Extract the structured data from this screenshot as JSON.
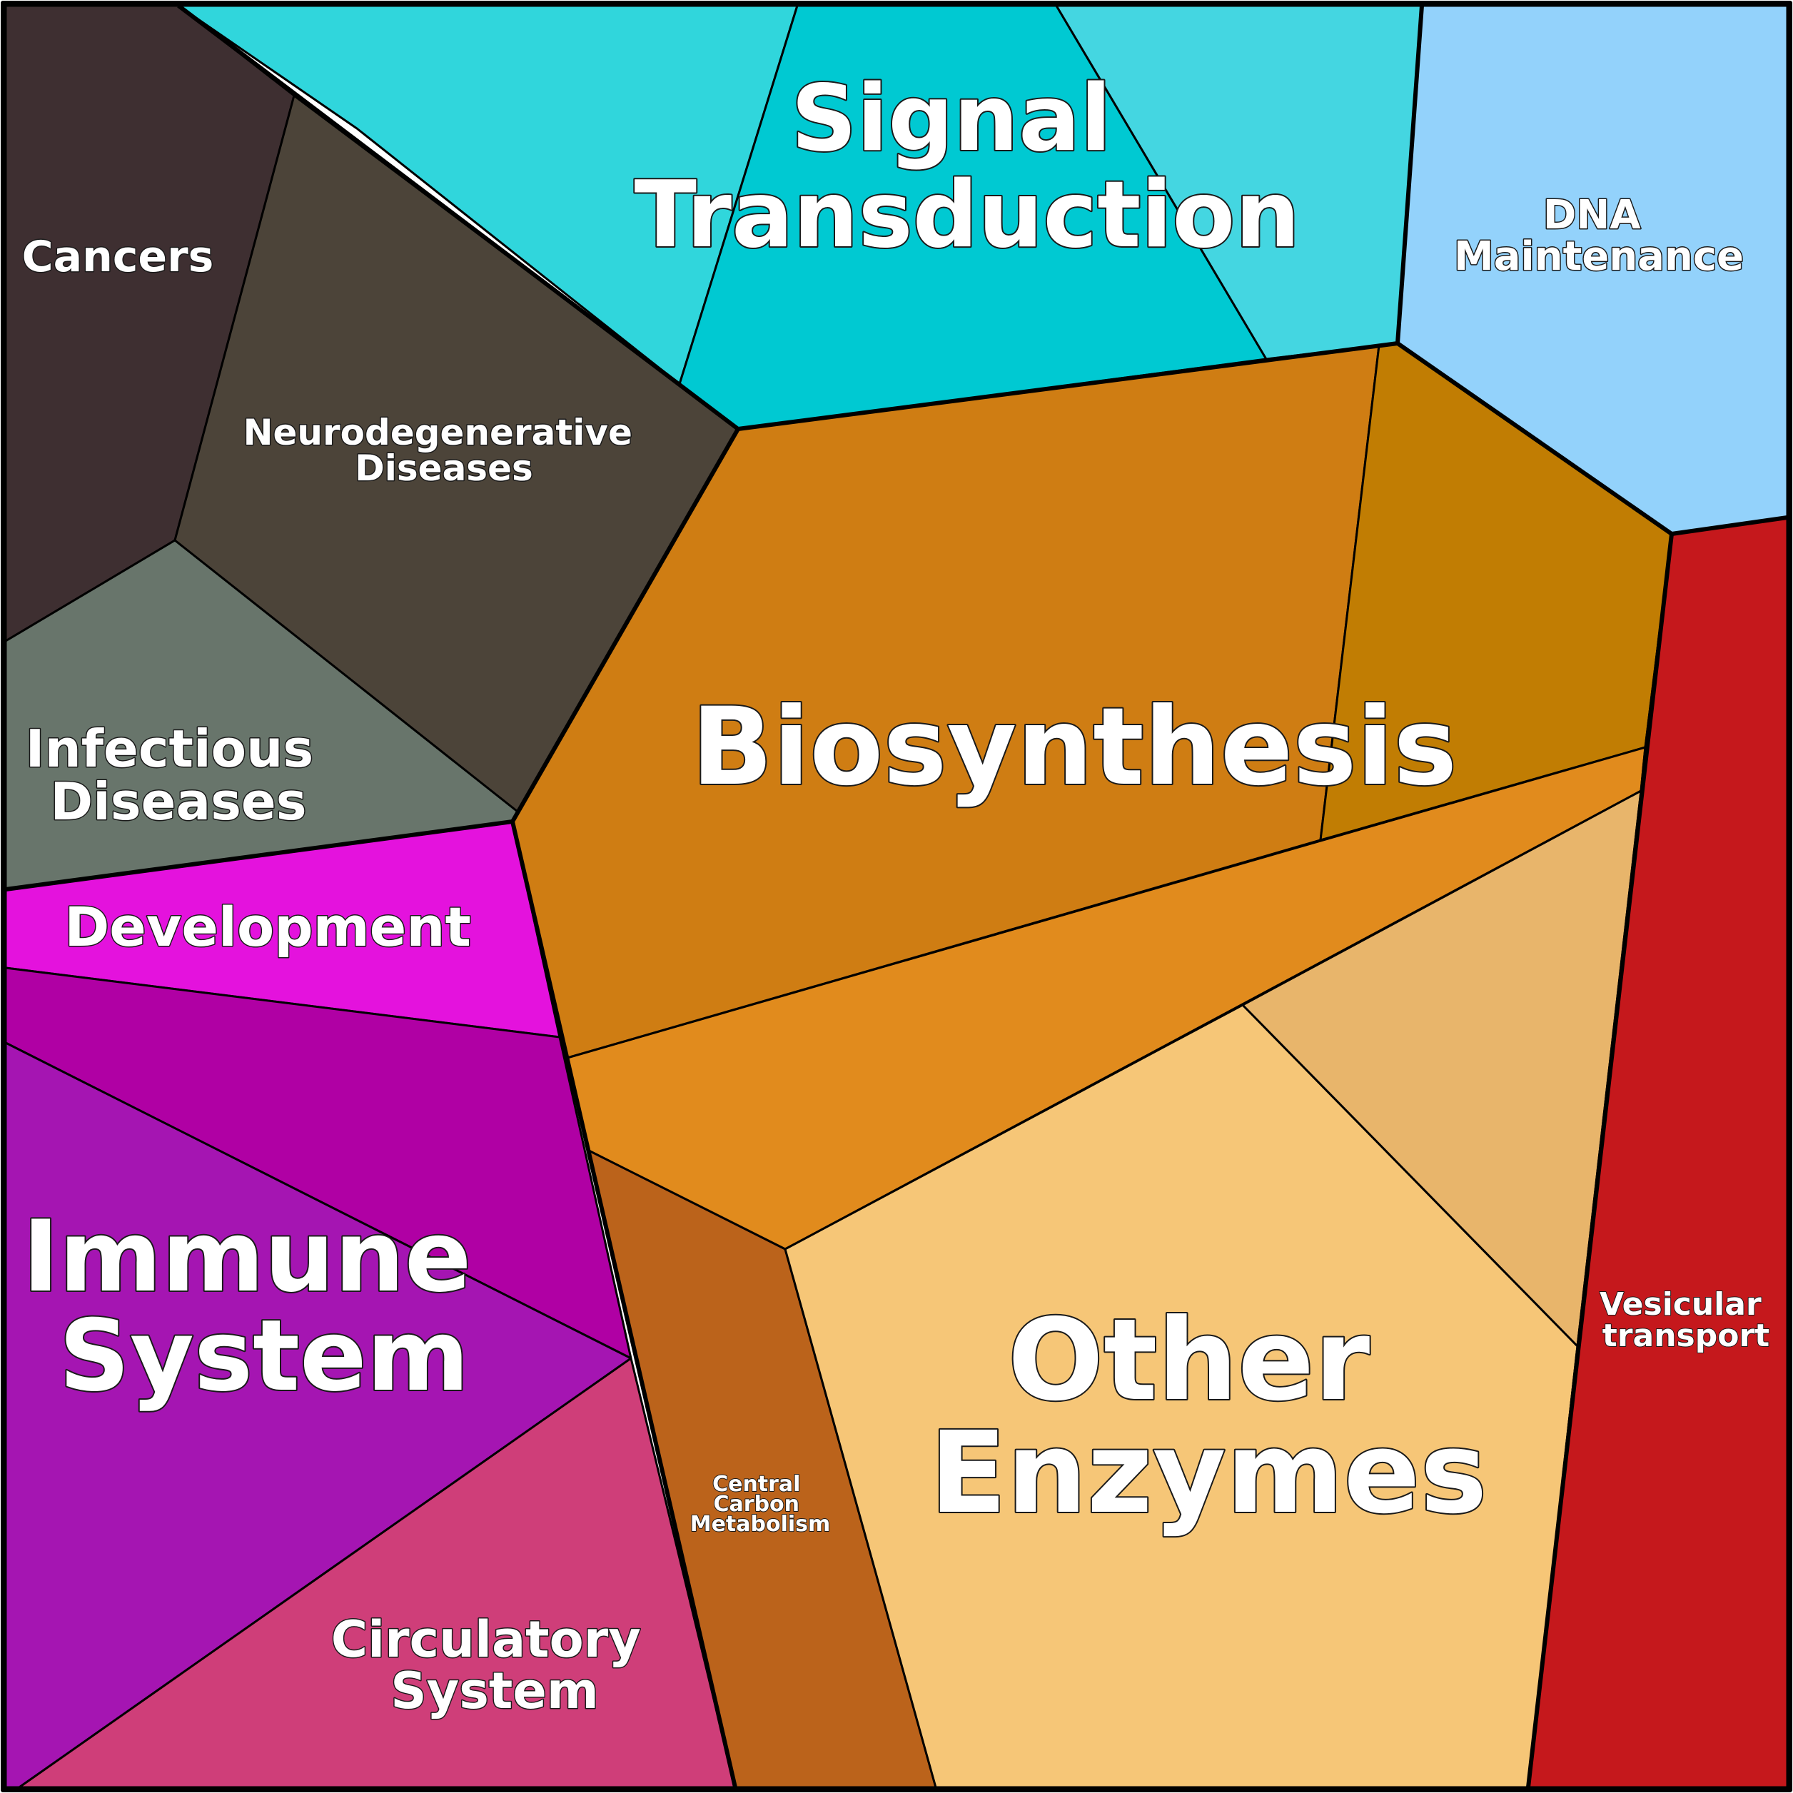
{
  "diagram": {
    "type": "voronoi-treemap",
    "regions": [
      {
        "id": "signal-transduction",
        "lines": [
          "Signal",
          "Transduction"
        ],
        "color": "#00c9d2"
      },
      {
        "id": "dna-maintenance",
        "lines": [
          "DNA",
          "Maintenance"
        ],
        "color": "#93d2fb"
      },
      {
        "id": "cancers",
        "lines": [
          "Cancers"
        ],
        "color": "#3e2f31"
      },
      {
        "id": "neurodegenerative-diseases",
        "lines": [
          "Neurodegenerative",
          "Diseases"
        ],
        "color": "#4c4439"
      },
      {
        "id": "infectious-diseases",
        "lines": [
          "Infectious",
          "Diseases"
        ],
        "color": "#68756b"
      },
      {
        "id": "development",
        "lines": [
          "Development"
        ],
        "color": "#e412dd"
      },
      {
        "id": "immune-system",
        "lines": [
          "Immune",
          "System"
        ],
        "color": "#a515b2"
      },
      {
        "id": "circulatory-system",
        "lines": [
          "Circulatory",
          "System"
        ],
        "color": "#cf3e79"
      },
      {
        "id": "biosynthesis",
        "lines": [
          "Biosynthesis"
        ],
        "color": "#cf7d13"
      },
      {
        "id": "central-carbon-metabolism",
        "lines": [
          "Central",
          "Carbon",
          "Metabolism"
        ],
        "color": "#bb631b"
      },
      {
        "id": "other-enzymes",
        "lines": [
          "Other",
          "Enzymes"
        ],
        "color": "#f6c677"
      },
      {
        "id": "vesicular-transport",
        "lines": [
          "Vesicular",
          "transport"
        ],
        "color": "#c5181c"
      }
    ]
  }
}
